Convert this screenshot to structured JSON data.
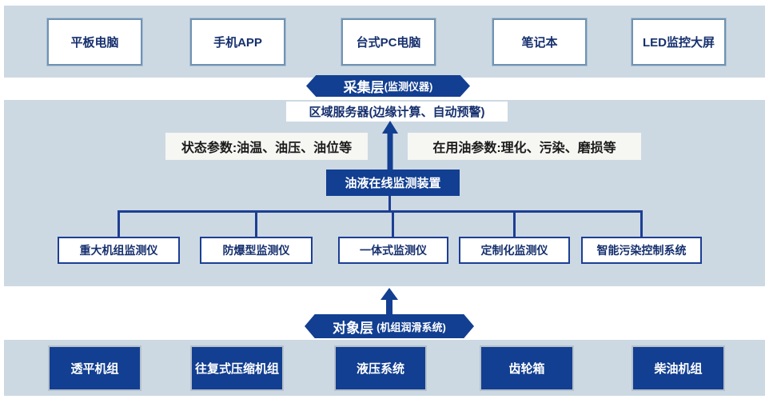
{
  "colors": {
    "accent_dark_blue": "#123f91",
    "band_background": "#cdd9e2",
    "top_box_border": "#7093b3",
    "monitor_box_border": "#1c3e94",
    "connector_line": "#1c3e94",
    "box_text": "#16306e",
    "label_background": "#f6f6f3",
    "label_text": "#1a1a1a",
    "equipment_box_border": "#b6c0cb"
  },
  "display_layer": {
    "devices": [
      {
        "label": "平板电脑"
      },
      {
        "label": "手机APP"
      },
      {
        "label": "台式PC电脑"
      },
      {
        "label": "笔记本"
      },
      {
        "label": "LED监控大屏"
      }
    ]
  },
  "collection_layer": {
    "title": "采集层",
    "subtitle": "(监测仪器)",
    "server_label": "区域服务器(边缘计算、自动预警)",
    "status_params_label": "状态参数:油温、油压、油位等",
    "oil_params_label": "在用油参数:理化、污染、磨损等",
    "device_label": "油液在线监测装置",
    "monitors": [
      {
        "label": "重大机组监测仪"
      },
      {
        "label": "防爆型监测仪"
      },
      {
        "label": "一体式监测仪"
      },
      {
        "label": "定制化监测仪"
      },
      {
        "label": "智能污染控制系统"
      }
    ]
  },
  "object_layer": {
    "title": "对象层",
    "subtitle": "(机组润滑系统)",
    "equipment": [
      {
        "label": "透平机组"
      },
      {
        "label": "往复式压缩机组"
      },
      {
        "label": "液压系统"
      },
      {
        "label": "齿轮箱"
      },
      {
        "label": "柴油机组"
      }
    ]
  }
}
